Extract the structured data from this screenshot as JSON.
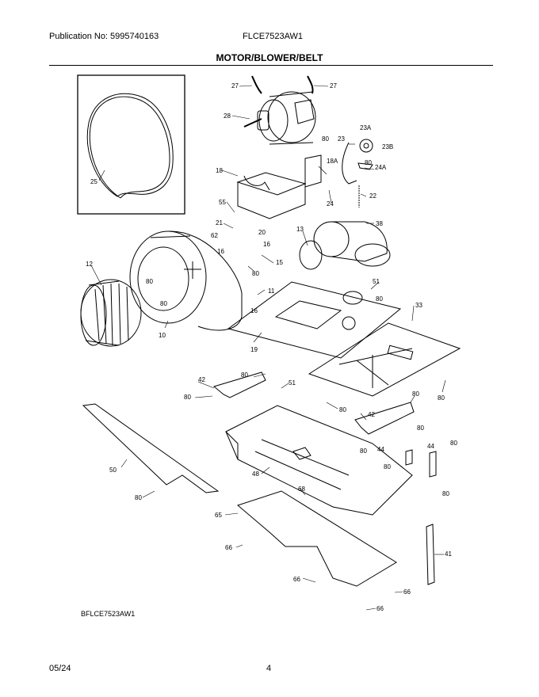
{
  "header": {
    "publication": "Publication No: 5995740163",
    "model": "FLCE7523AW1",
    "section_title": "MOTOR/BLOWER/BELT"
  },
  "callouts": {
    "c27a": "27",
    "c27b": "27",
    "c28": "28",
    "c80motor": "80",
    "c23A": "23A",
    "c23": "23",
    "c23B": "23B",
    "c80top": "80",
    "c18A": "18A",
    "c24A": "24A",
    "c18": "18",
    "c22": "22",
    "c24": "24",
    "c25": "25",
    "c55": "55",
    "c21": "21",
    "c62": "62",
    "c20": "20",
    "c16a": "16",
    "c16b": "16",
    "c13": "13",
    "c38": "38",
    "c12": "12",
    "c80fan1": "80",
    "c80fan2": "80",
    "c15": "15",
    "c80c": "80",
    "c11": "11",
    "c16c": "16",
    "c51a": "51",
    "c80d": "80",
    "c33": "33",
    "c10": "10",
    "c19": "19",
    "c80e": "80",
    "c80f": "80",
    "c42a": "42",
    "c80g": "80",
    "c51b": "51",
    "c80h": "80",
    "c80i": "80",
    "c80j": "80",
    "c42b": "42",
    "c80k": "80",
    "c50": "50",
    "c44a": "44",
    "c44b": "44",
    "c80l": "80",
    "c80m": "80",
    "c48": "48",
    "c80n": "80",
    "c68": "68",
    "c80o": "80",
    "c65": "65",
    "c41": "41",
    "c66a": "66",
    "c66b": "66",
    "c66c": "66",
    "c66d": "66"
  },
  "footer": {
    "diagram_id": "BFLCE7523AW1",
    "date": "05/24",
    "page": "4"
  }
}
